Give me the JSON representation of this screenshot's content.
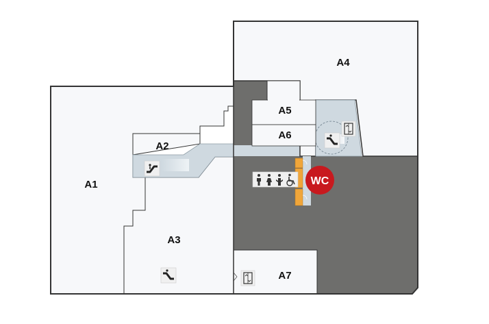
{
  "map": {
    "units": [
      {
        "id": "A1",
        "label": "A1"
      },
      {
        "id": "A2",
        "label": "A2"
      },
      {
        "id": "A3",
        "label": "A3"
      },
      {
        "id": "A4",
        "label": "A4"
      },
      {
        "id": "A5",
        "label": "A5"
      },
      {
        "id": "A6",
        "label": "A6"
      },
      {
        "id": "A7",
        "label": "A7"
      }
    ],
    "wc_label": "WC",
    "icons": [
      "escalator-icon",
      "elevator-icon",
      "restroom-icons",
      "male-icon",
      "female-icon",
      "baby-change-icon",
      "wheelchair-icon"
    ],
    "colors": {
      "unit_fill": "#f7f8fa",
      "walls": "#333333",
      "back_of_house": "#6e6e6c",
      "corridor": "#cfd9e0",
      "wc_badge": "#c8191e",
      "doors": "#f0a63a"
    }
  }
}
